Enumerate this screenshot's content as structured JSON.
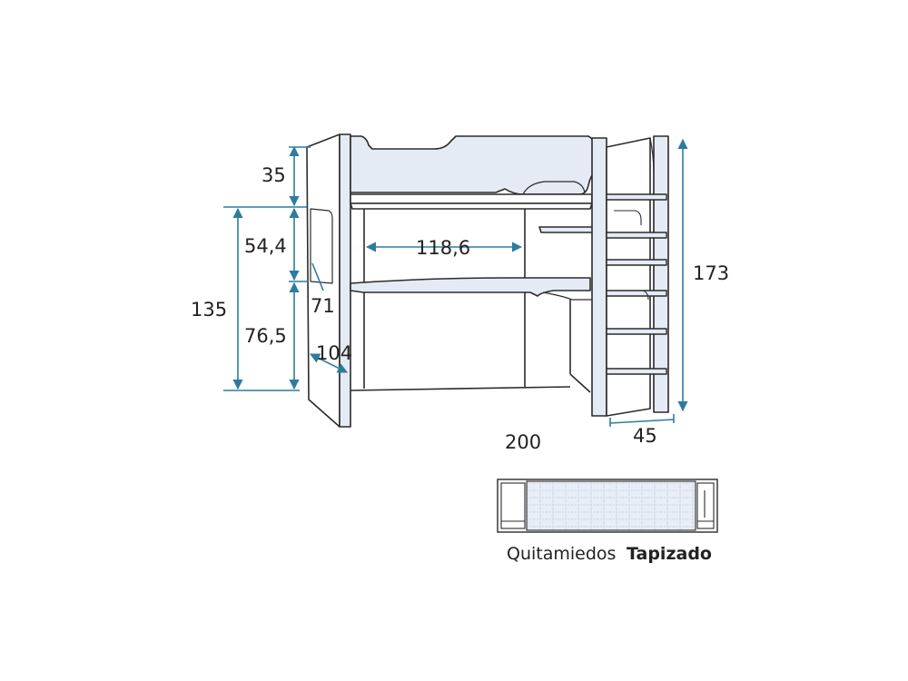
{
  "colors": {
    "line": "#2b2b2b",
    "dimension": "#2d7ca0",
    "panel_fill": "#e4ebf5",
    "background": "#ffffff"
  },
  "dimensions": {
    "top_guard": "35",
    "upper_opening": "54,4",
    "total_height_left": "135",
    "lower_opening": "76,5",
    "angle_small": "71",
    "depth": "104",
    "desk_width": "118,6",
    "total_height": "173",
    "length": "200",
    "ladder_width": "45"
  },
  "caption": {
    "regular": "Quitamiedos",
    "bold": "Tapizado"
  }
}
